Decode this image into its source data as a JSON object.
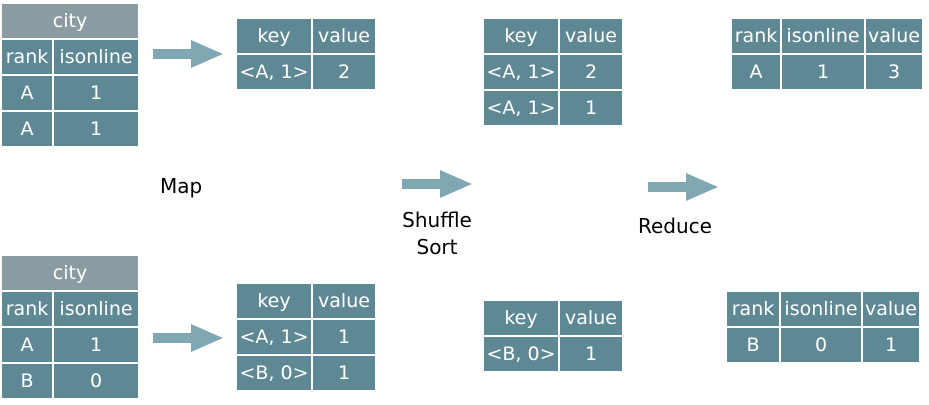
{
  "labels": {
    "map": "Map",
    "shuffle": "Shuffle",
    "sort": "Sort",
    "reduce": "Reduce"
  },
  "colors": {
    "cell": "#5e8893",
    "title_cell": "#8a9ca1",
    "arrow": "#7fa8b3",
    "text_on_cell": "#ffffff"
  },
  "input_top": {
    "title": "city",
    "headers": [
      "rank",
      "isonline"
    ],
    "rows": [
      [
        "A",
        "1"
      ],
      [
        "A",
        "1"
      ]
    ]
  },
  "input_bottom": {
    "title": "city",
    "headers": [
      "rank",
      "isonline"
    ],
    "rows": [
      [
        "A",
        "1"
      ],
      [
        "B",
        "0"
      ]
    ]
  },
  "map_top": {
    "headers": [
      "key",
      "value"
    ],
    "rows": [
      [
        "<A, 1>",
        "2"
      ]
    ]
  },
  "map_bottom": {
    "headers": [
      "key",
      "value"
    ],
    "rows": [
      [
        "<A, 1>",
        "1"
      ],
      [
        "<B, 0>",
        "1"
      ]
    ]
  },
  "shuffle_top": {
    "headers": [
      "key",
      "value"
    ],
    "rows": [
      [
        "<A, 1>",
        "2"
      ],
      [
        "<A, 1>",
        "1"
      ]
    ]
  },
  "shuffle_bottom": {
    "headers": [
      "key",
      "value"
    ],
    "rows": [
      [
        "<B, 0>",
        "1"
      ]
    ]
  },
  "reduce_top": {
    "headers": [
      "rank",
      "isonline",
      "value"
    ],
    "rows": [
      [
        "A",
        "1",
        "3"
      ]
    ]
  },
  "reduce_bottom": {
    "headers": [
      "rank",
      "isonline",
      "value"
    ],
    "rows": [
      [
        "B",
        "0",
        "1"
      ]
    ]
  }
}
